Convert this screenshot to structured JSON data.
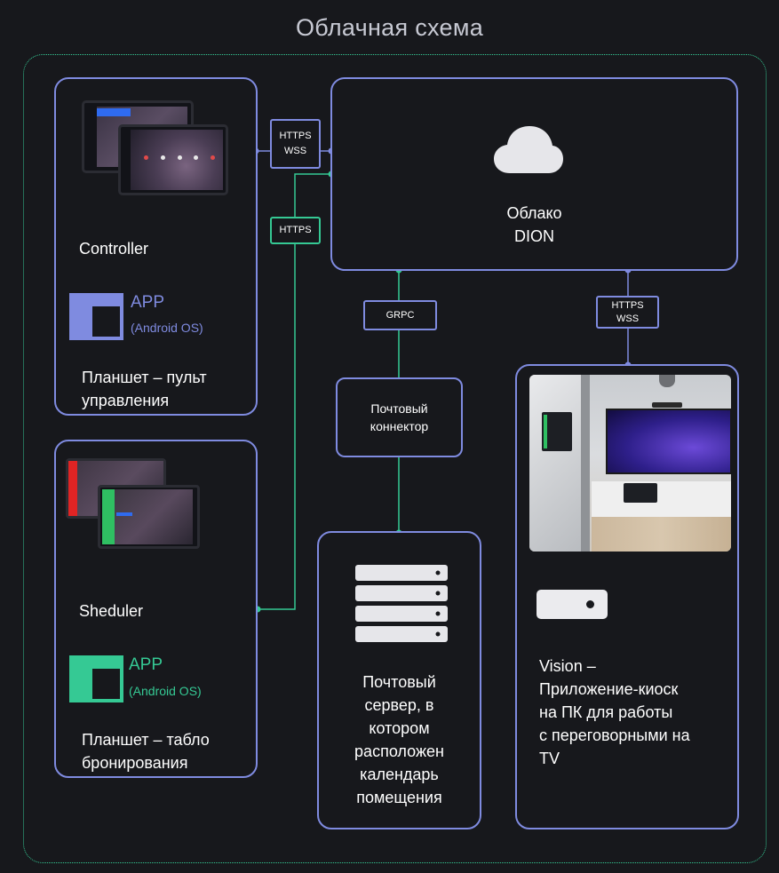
{
  "title": "Облачная схема",
  "colors": {
    "background": "#17181c",
    "blue_accent": "#7f8be0",
    "green_accent": "#35c994",
    "title_text": "#c7c9d3"
  },
  "protocols": {
    "controller_cloud": [
      "HTTPS",
      "WSS"
    ],
    "scheduler_cloud": "HTTPS",
    "grpc": "GRPC",
    "vision_cloud": [
      "HTTPS",
      "WSS"
    ]
  },
  "controller": {
    "name": "Controller",
    "app_label": "APP",
    "app_os": "(Android OS)",
    "description": [
      "Планшет – пульт",
      "управления"
    ]
  },
  "scheduler": {
    "name": "Sheduler",
    "app_label": "APP",
    "app_os": "(Android OS)",
    "description": [
      "Планшет – табло",
      "бронирования"
    ]
  },
  "cloud": {
    "title": [
      "Облако",
      "DION"
    ],
    "icon": "cloud-icon"
  },
  "mail_connector": {
    "label": [
      "Почтовый",
      "коннектор"
    ]
  },
  "mail_server": {
    "icon": "server-stack-icon",
    "label": [
      "Почтовый",
      "сервер, в",
      "котором",
      "расположен",
      "календарь",
      "помещения"
    ]
  },
  "vision": {
    "icon": "mini-pc-icon",
    "label": [
      "Vision –",
      "Приложение-киоск",
      "на ПК для работы",
      "с переговорными на",
      "TV"
    ]
  }
}
